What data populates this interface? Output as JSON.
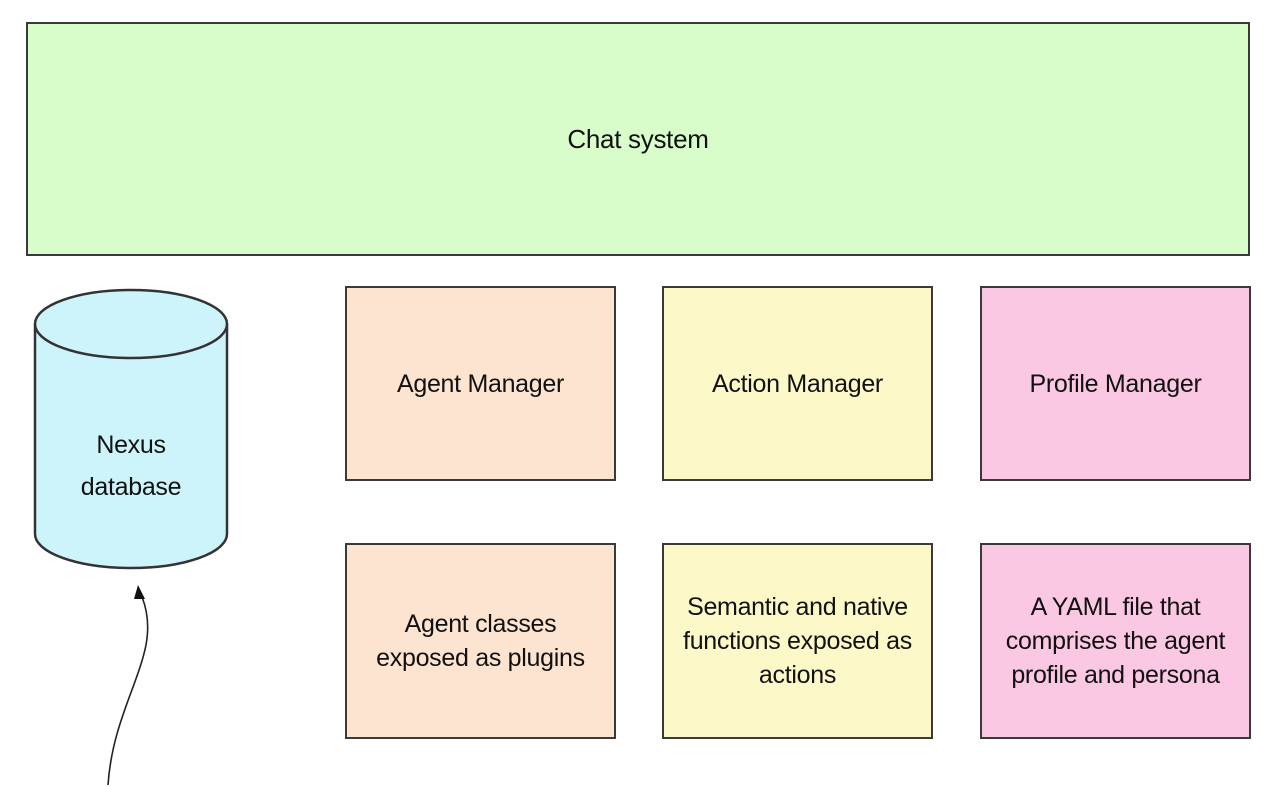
{
  "chat_system": {
    "label": "Chat system"
  },
  "database": {
    "label": "Nexus\ndatabase"
  },
  "managers": {
    "agent": "Agent Manager",
    "action": "Action Manager",
    "profile": "Profile Manager"
  },
  "descriptions": {
    "agent": "Agent classes\nexposed as plugins",
    "action": "Semantic and native\nfunctions exposed as\nactions",
    "profile": "A YAML file that\ncomprises the agent\nprofile and persona"
  },
  "colors": {
    "chat_system": "#d8fdcb",
    "agent_column": "#fde4d0",
    "action_column": "#fdf8c8",
    "profile_column": "#fbc8e4",
    "database": "#cdf4fb"
  }
}
